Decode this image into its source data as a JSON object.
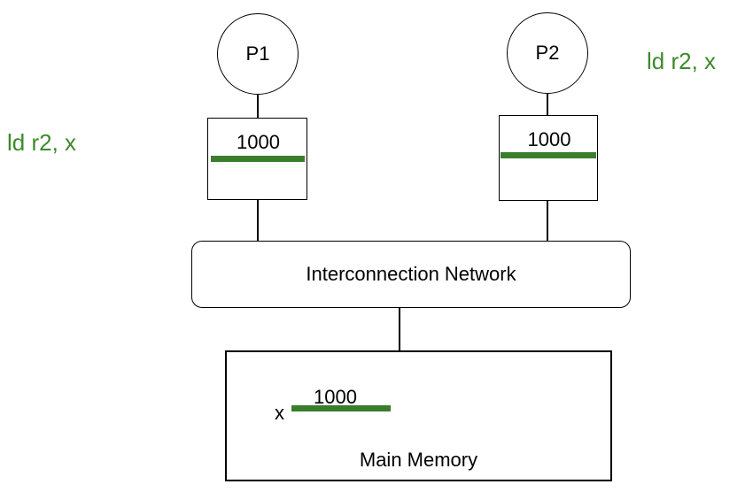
{
  "processors": [
    {
      "label": "P1",
      "cache_value": "1000",
      "instruction": "ld r2, x"
    },
    {
      "label": "P2",
      "cache_value": "1000",
      "instruction": "ld r2, x"
    }
  ],
  "network": {
    "label": "Interconnection Network"
  },
  "memory": {
    "label": "Main Memory",
    "var_name": "x",
    "var_value": "1000"
  },
  "colors": {
    "value_bar": "#3a7d2c",
    "instruction_text": "#3a8b2a"
  }
}
